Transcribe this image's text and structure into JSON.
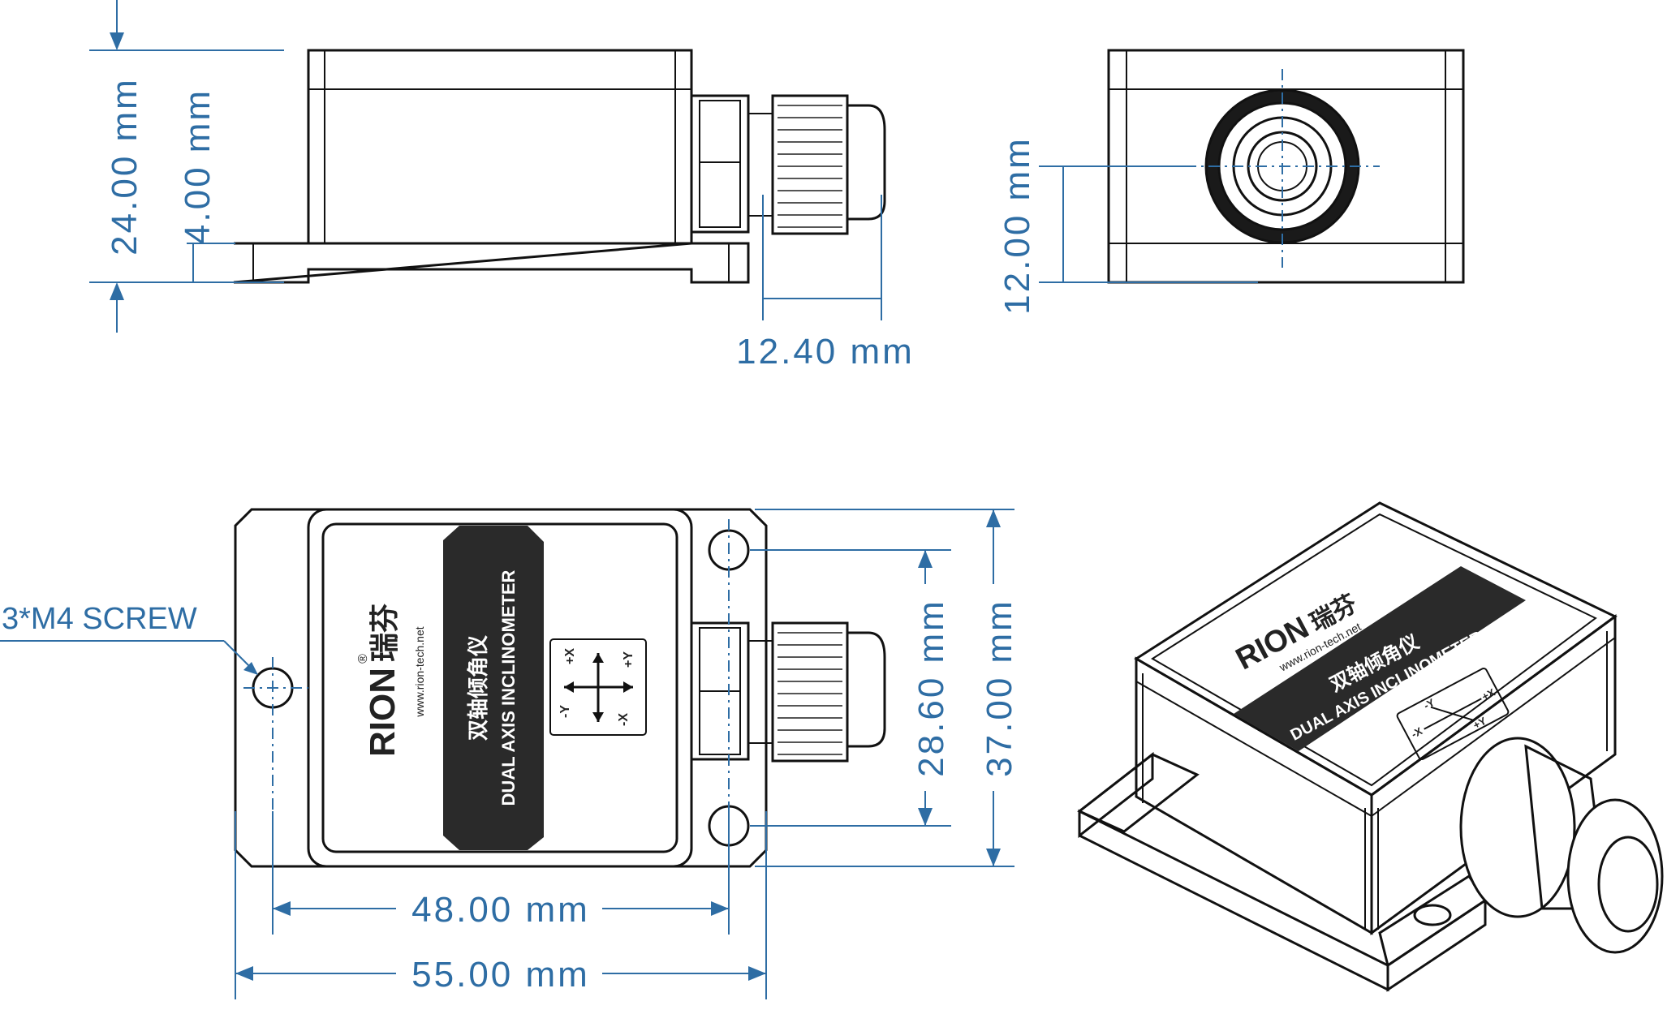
{
  "dimensions": {
    "height_total": "24.00 mm",
    "flange_thickness": "4.00 mm",
    "gland_length": "12.40 mm",
    "connector_center_height": "12.00 mm",
    "hole_spacing_vertical": "28.60 mm",
    "width_total": "37.00 mm",
    "hole_spacing_horizontal": "48.00 mm",
    "length_total": "55.00 mm"
  },
  "callouts": {
    "screw": "3*M4 SCREW"
  },
  "label": {
    "brand": "RION",
    "brand_cn": "瑞芬",
    "registered": "®",
    "website": "www.rion-tech.net",
    "product_cn": "双轴倾角仪",
    "product_en": "DUAL AXIS INCLINOMETER",
    "axes": [
      "-Y",
      "+X",
      "-X",
      "+Y"
    ]
  },
  "colors": {
    "dimension": "#2e6da4",
    "outline": "#111111",
    "label_band": "#2a2a2a"
  }
}
